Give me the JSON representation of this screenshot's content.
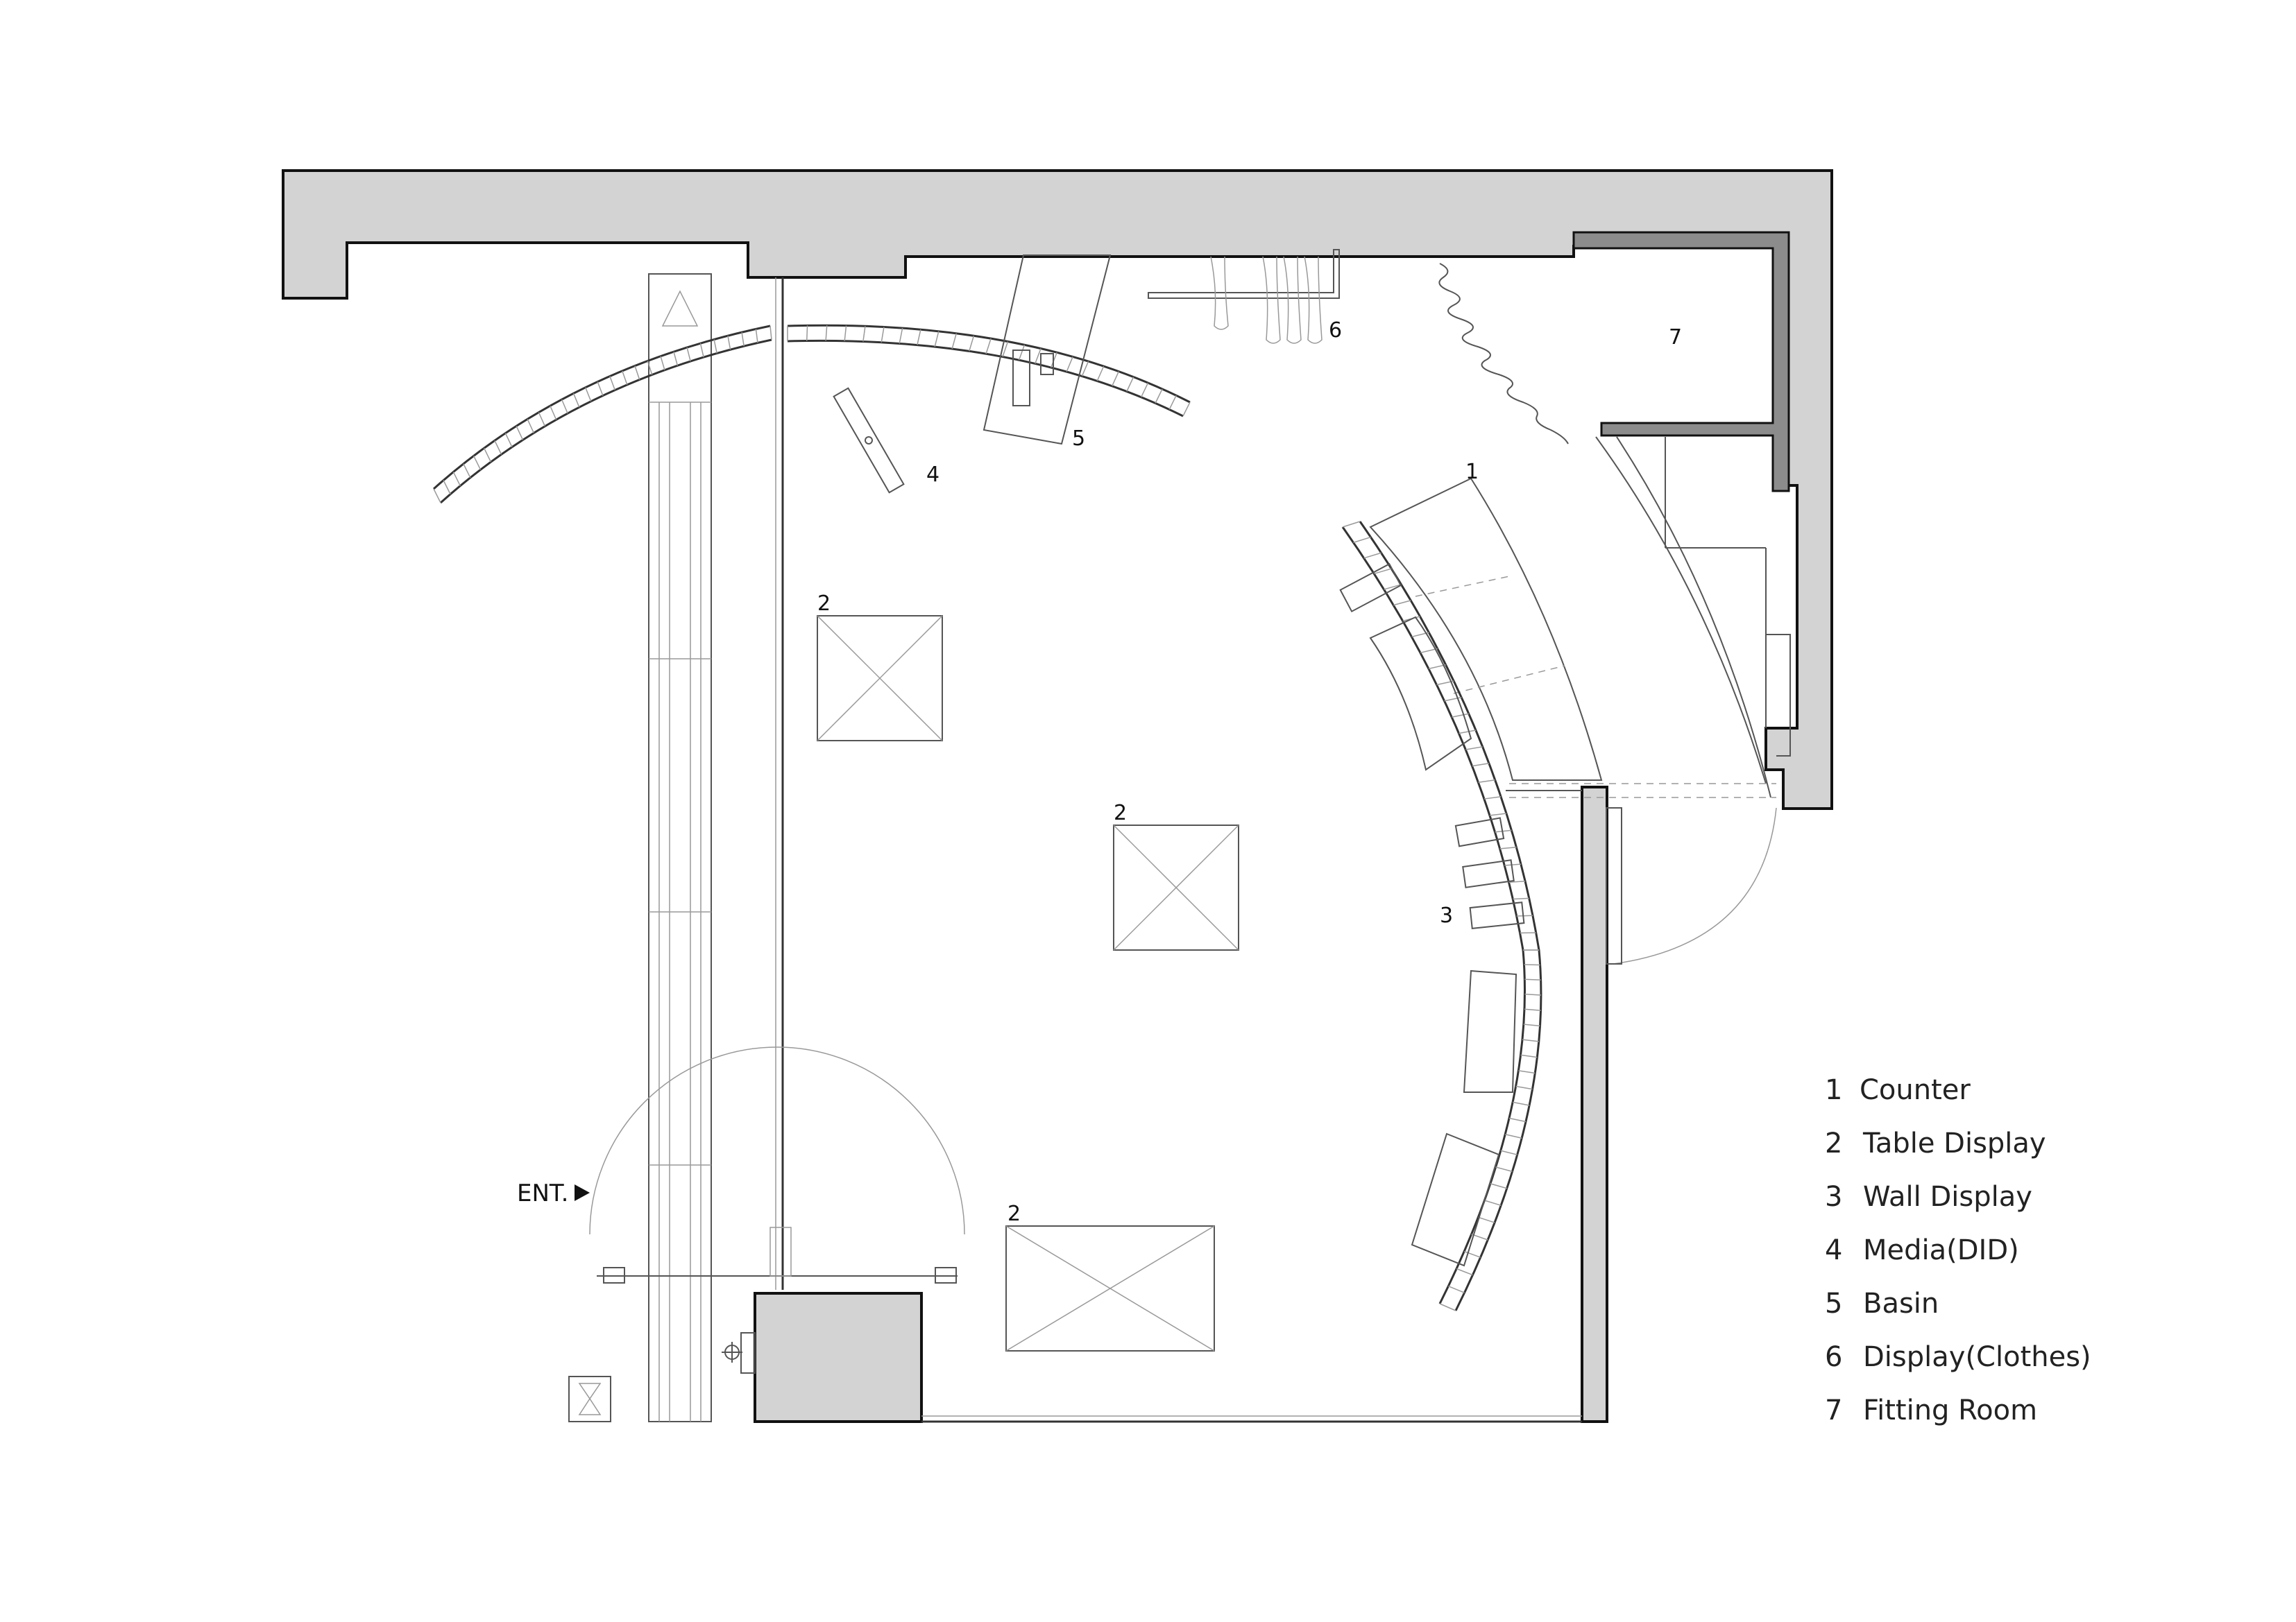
{
  "entrance_label": "ENT.",
  "callouts": {
    "c1": "1",
    "c2a": "2",
    "c2b": "2",
    "c2c": "2",
    "c3": "3",
    "c4": "4",
    "c5": "5",
    "c6": "6",
    "c7": "7"
  },
  "legend": [
    {
      "num": "1",
      "label": "Counter"
    },
    {
      "num": "2",
      "label": "Table Display"
    },
    {
      "num": "3",
      "label": "Wall Display"
    },
    {
      "num": "4",
      "label": "Media(DID)"
    },
    {
      "num": "5",
      "label": "Basin"
    },
    {
      "num": "6",
      "label": "Display(Clothes)"
    },
    {
      "num": "7",
      "label": "Fitting Room"
    }
  ],
  "colors": {
    "wall_fill": "#d3d3d3",
    "fitting_room_wall": "#8c8c8c",
    "line": "#333333"
  }
}
